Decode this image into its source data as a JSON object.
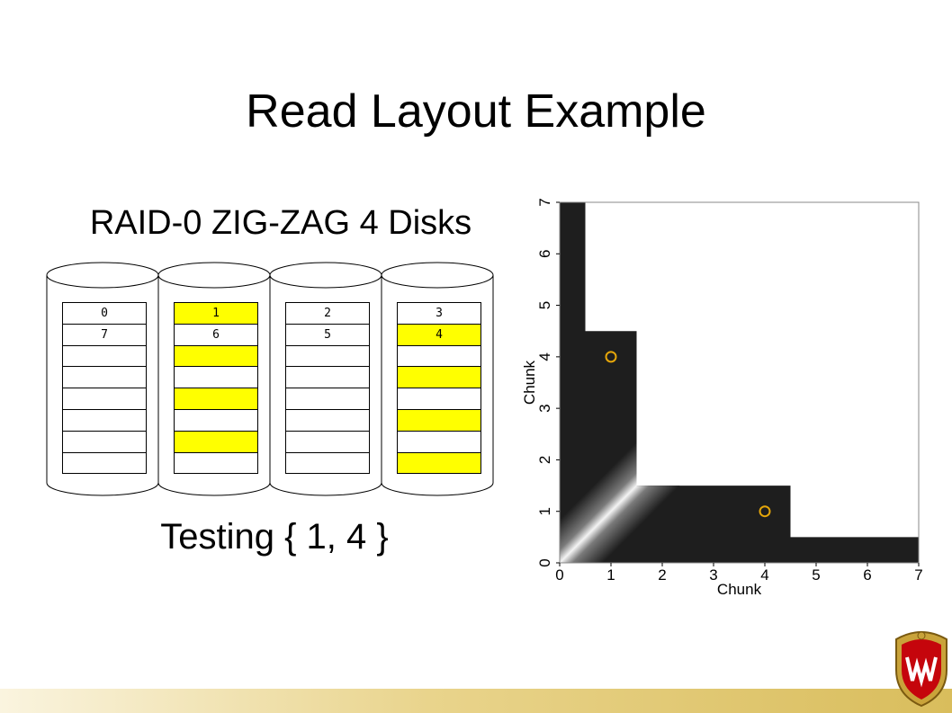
{
  "slide": {
    "title": "Read Layout Example",
    "subtitle": "RAID-0 ZIG-ZAG 4 Disks",
    "testing_label": "Testing { 1, 4 }"
  },
  "disks": [
    {
      "rows": [
        "0",
        "7",
        "",
        "",
        "",
        "",
        "",
        ""
      ],
      "highlight": [
        false,
        false,
        false,
        false,
        false,
        false,
        false,
        false
      ]
    },
    {
      "rows": [
        "1",
        "6",
        "",
        "",
        "",
        "",
        "",
        ""
      ],
      "highlight": [
        true,
        false,
        true,
        false,
        true,
        false,
        true,
        false
      ]
    },
    {
      "rows": [
        "2",
        "5",
        "",
        "",
        "",
        "",
        "",
        ""
      ],
      "highlight": [
        false,
        false,
        false,
        false,
        false,
        false,
        false,
        false
      ]
    },
    {
      "rows": [
        "3",
        "4",
        "",
        "",
        "",
        "",
        "",
        ""
      ],
      "highlight": [
        false,
        true,
        false,
        true,
        false,
        true,
        false,
        true
      ]
    }
  ],
  "colors": {
    "highlight": "#ffff00",
    "plot_dark": "#1e1e1e",
    "marker": "#e5a60a",
    "footer_gold": "#d9bd5c",
    "crest_red": "#c5050c"
  },
  "chart_data": {
    "type": "heatmap",
    "xlabel": "Chunk",
    "ylabel": "Chunk",
    "x_ticks": [
      "0",
      "1",
      "2",
      "3",
      "4",
      "5",
      "6",
      "7"
    ],
    "y_ticks": [
      "0",
      "1",
      "2",
      "3",
      "4",
      "5",
      "6",
      "7"
    ],
    "xlim": [
      0,
      7
    ],
    "ylim": [
      0,
      7
    ],
    "dark_staircase_upper_bounds": [
      {
        "x": [
          0,
          0.5
        ],
        "y_upper": 7
      },
      {
        "x": [
          0.5,
          1.5
        ],
        "y_upper": 4.5
      },
      {
        "x": [
          1.5,
          4.5
        ],
        "y_upper": 1.5
      },
      {
        "x": [
          4.5,
          7
        ],
        "y_upper": 0.5
      }
    ],
    "markers": [
      {
        "x": 1,
        "y": 4
      },
      {
        "x": 4,
        "y": 1
      }
    ],
    "diagonal_light_band": true
  }
}
